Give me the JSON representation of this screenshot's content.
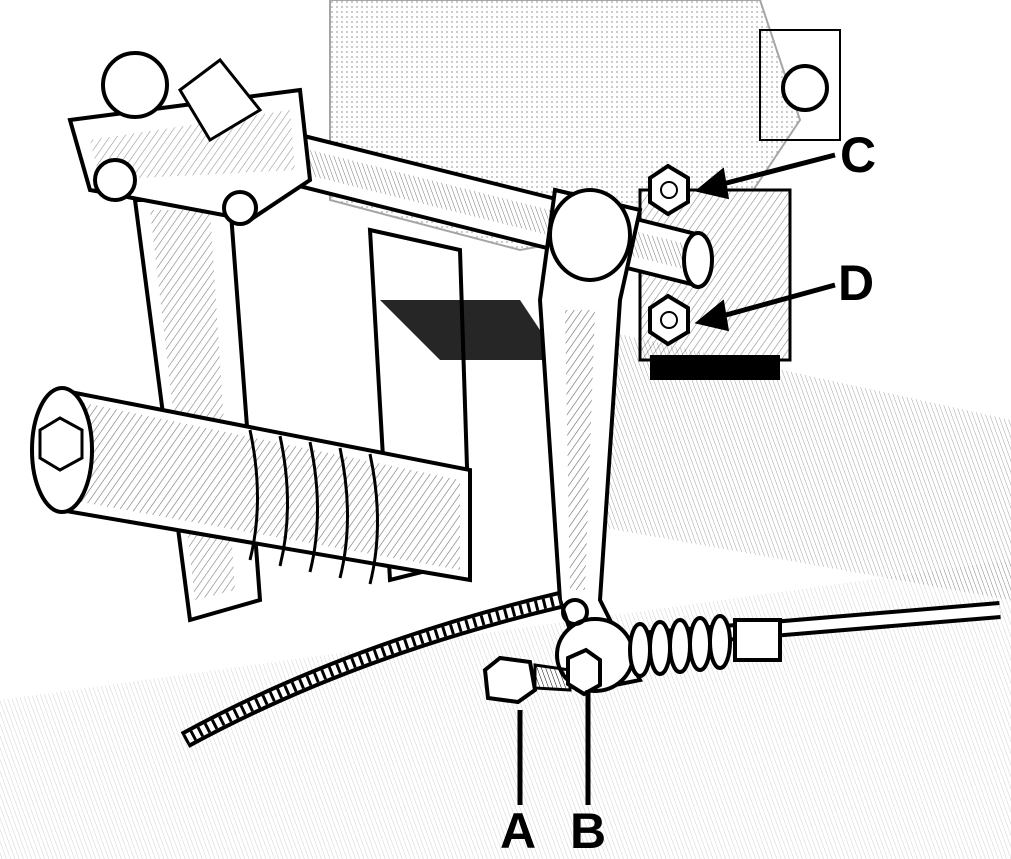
{
  "figure": {
    "style": "black-and-white technical line illustration",
    "subject_icon": "mechanical-linkage-icon"
  },
  "callouts": {
    "a": "A",
    "b": "B",
    "c": "C",
    "d": "D"
  },
  "colors": {
    "ink": "#000000",
    "paper": "#ffffff"
  }
}
